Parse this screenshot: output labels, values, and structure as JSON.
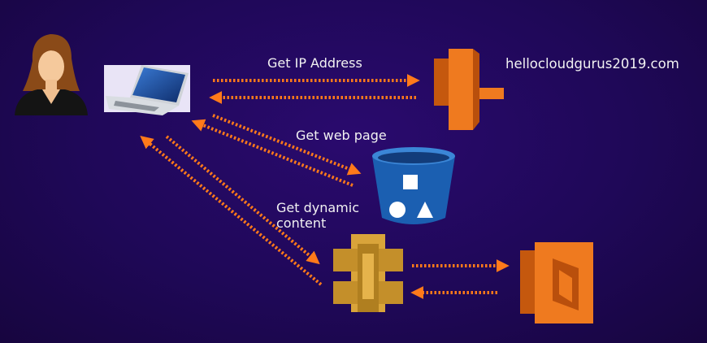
{
  "labels": {
    "get_ip": "Get IP Address",
    "get_web": "Get web page",
    "get_dynamic": "Get dynamic content",
    "domain": "hellocloudgurus2019.com"
  },
  "icons": {
    "user": "user-avatar-icon",
    "laptop": "laptop-icon",
    "dns": "route53-dns-icon",
    "storage": "s3-bucket-icon",
    "api": "api-gateway-icon",
    "compute": "lambda-icon"
  },
  "colors": {
    "background": "#1f0858",
    "arrow": "#ff7a1a",
    "aws_orange": "#e96b12",
    "bucket_blue": "#1a5fae",
    "api_gold": "#c7952b"
  }
}
